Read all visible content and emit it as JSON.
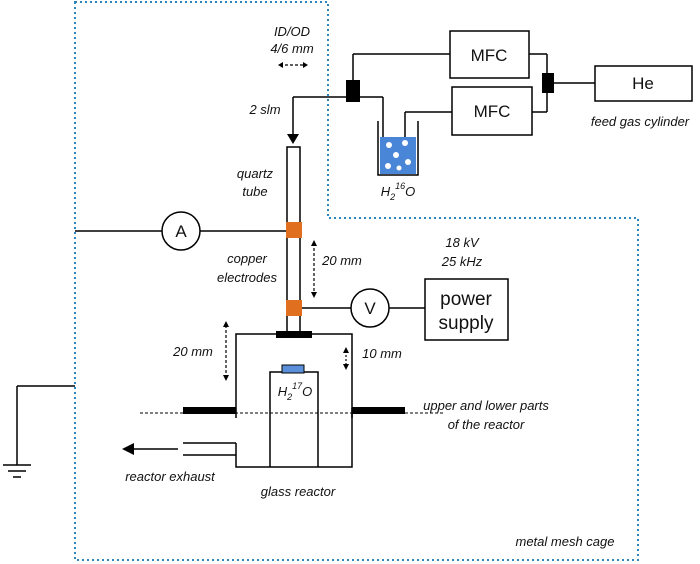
{
  "labels": {
    "id_od_1": "ID/OD",
    "id_od_2": "4/6 mm",
    "flow": "2 slm",
    "quartz_1": "quartz",
    "quartz_2": "tube",
    "copper_1": "copper",
    "copper_2": "electrodes",
    "gap_20mm_upper": "20 mm",
    "voltage": "18 kV",
    "frequency": "25 kHz",
    "height_20mm_lower": "20 mm",
    "depth_10mm": "10 mm",
    "upper_lower_1": "upper and lower parts",
    "upper_lower_2": "of the reactor",
    "reactor_exhaust": "reactor exhaust",
    "glass_reactor": "glass reactor",
    "metal_mesh_cage": "metal mesh cage",
    "feed_gas_cylinder": "feed gas cylinder"
  },
  "boxes": {
    "mfc_top": "MFC",
    "mfc_bottom": "MFC",
    "he": "He",
    "power_1": "power",
    "power_2": "supply"
  },
  "meters": {
    "ammeter": "A",
    "voltmeter": "V"
  },
  "water": {
    "h16o": {
      "base": "H",
      "sub": "2",
      "sup": "16",
      "tail": "O"
    },
    "h17o": {
      "base": "H",
      "sub": "2",
      "sup": "17",
      "tail": "O"
    }
  },
  "colors": {
    "cage_dots": "#2e86c1",
    "electrode": "#e07020",
    "water": "#4a86d8",
    "h17_sample": "#5b8fd9",
    "line": "#000000"
  }
}
